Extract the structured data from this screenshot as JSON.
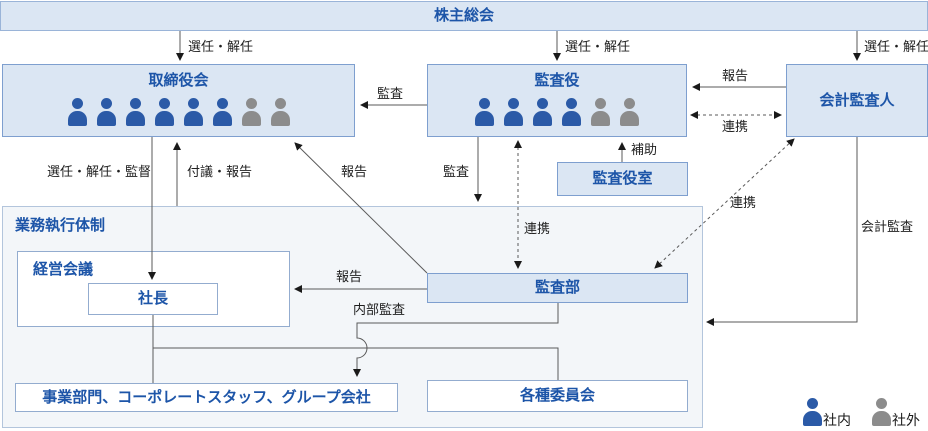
{
  "nodes": {
    "shareholders": {
      "label": "株主総会"
    },
    "board": {
      "label": "取締役会",
      "members": [
        "internal",
        "internal",
        "internal",
        "internal",
        "internal",
        "internal",
        "external",
        "external"
      ]
    },
    "auditors": {
      "label": "監査役",
      "members": [
        "internal",
        "internal",
        "internal",
        "internal",
        "external",
        "external"
      ]
    },
    "accounting_auditor": {
      "label": "会計監査人"
    },
    "auditors_office": {
      "label": "監査役室"
    },
    "business_execution": {
      "label": "業務執行体制"
    },
    "management_meeting": {
      "label": "経営会議"
    },
    "president": {
      "label": "社長"
    },
    "audit_dept": {
      "label": "監査部"
    },
    "business_divisions": {
      "label": "事業部門、コーポレートスタッフ、グループ会社"
    },
    "committees": {
      "label": "各種委員会"
    }
  },
  "edge_labels": {
    "appoint_dismiss_board": "選任・解任",
    "appoint_dismiss_auditors": "選任・解任",
    "appoint_dismiss_accounting": "選任・解任",
    "audit_board": "監査",
    "report_accounting_to_auditors": "報告",
    "cooperate_auditors_accounting": "連携",
    "assist": "補助",
    "audit_business": "監査",
    "cooperate_auditors_auditdept": "連携",
    "appoint_dismiss_supervise": "選任・解任・監督",
    "submit_report": "付議・報告",
    "report_auditdept_to_board": "報告",
    "cooperate_accounting_auditdept": "連携",
    "accounting_audit": "会計監査",
    "report_auditdept_to_management": "報告",
    "internal_audit": "内部監査"
  },
  "legend": {
    "internal": "社内",
    "external": "社外"
  },
  "colors": {
    "box_fill": "#dbe6f3",
    "box_border": "#7e9fcf",
    "title_text": "#1d55a8",
    "person_internal": "#2b5aa7",
    "person_external": "#8c8c8c",
    "line": "#5a5a5a"
  }
}
